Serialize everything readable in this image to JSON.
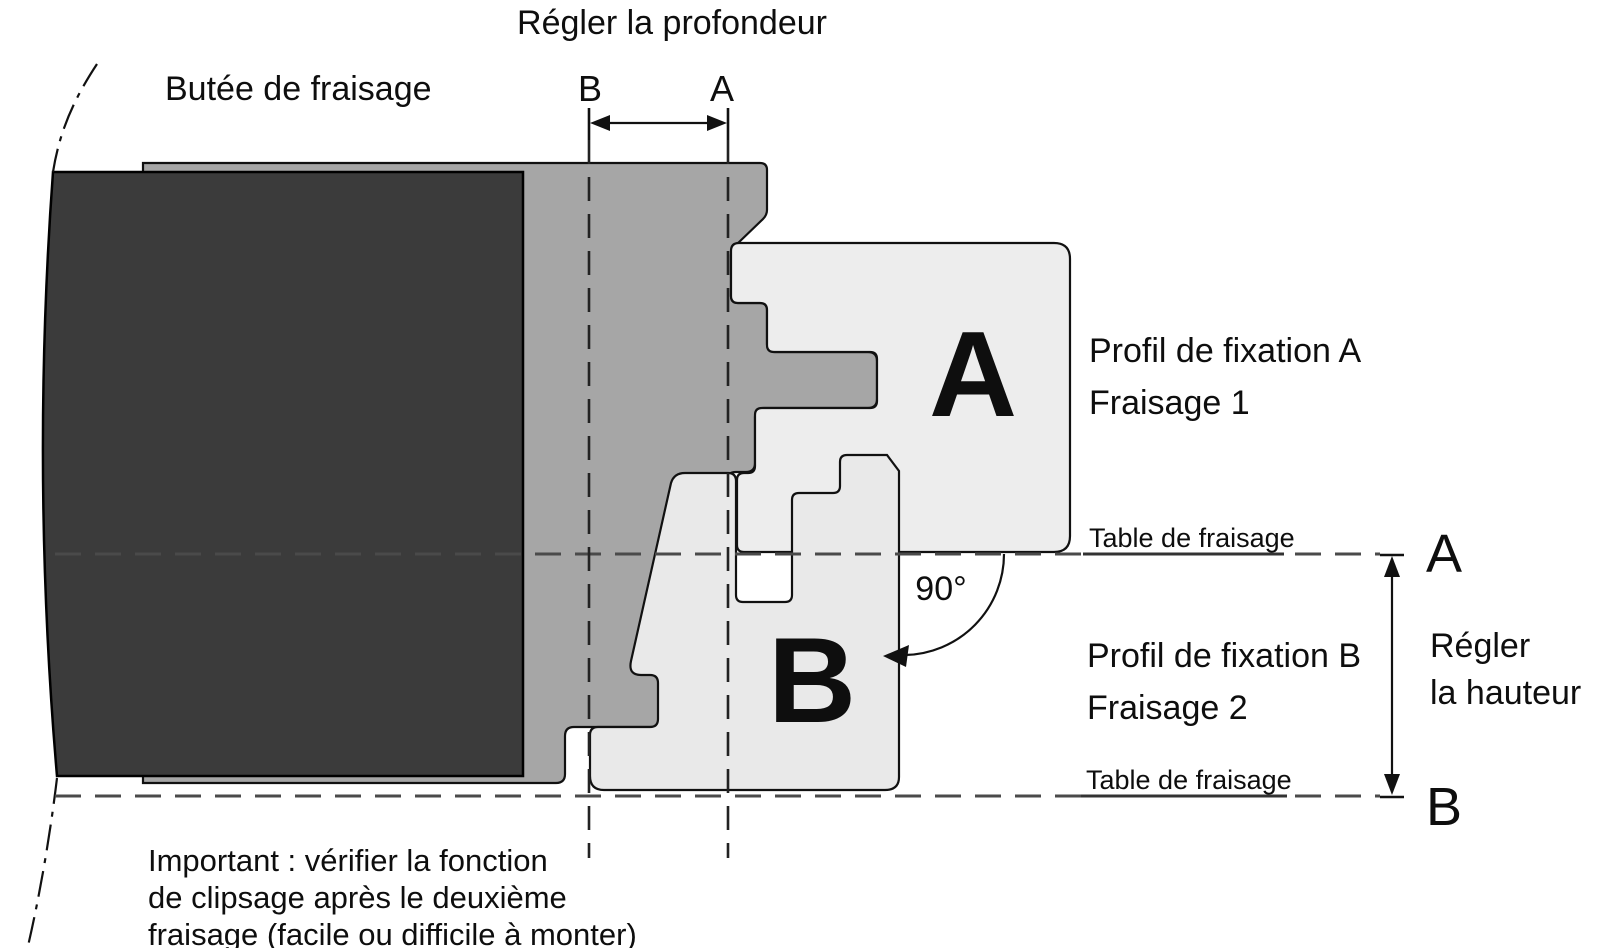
{
  "diagram": {
    "title": "Régler la profondeur",
    "stop_label": "Butée de fraisage",
    "depth_markers": {
      "b": "B",
      "a": "A"
    },
    "profile_a": {
      "letter": "A",
      "line1": "Profil de fixation A",
      "line2": "Fraisage 1"
    },
    "profile_b": {
      "letter": "B",
      "line1": "Profil de fixation B",
      "line2": "Fraisage 2"
    },
    "table_label_top": "Table de fraisage",
    "table_label_bottom": "Table de fraisage",
    "height_markers": {
      "a": "A",
      "b": "B"
    },
    "height_label": {
      "line1": "Régler",
      "line2": "la hauteur"
    },
    "angle_label": "90°",
    "note": {
      "line1": "Important : vérifier la fonction",
      "line2": "de clipsage après le deuxième",
      "line3": "fraisage (facile ou difficile à monter)"
    },
    "colors": {
      "stop_block": "#3b3b3b",
      "workpiece": "#a6a6a6",
      "profile_a_fill": "#ededed",
      "profile_b_fill": "#e9e9e9",
      "line": "#111111",
      "dash_line": "#4a4a4a"
    }
  }
}
